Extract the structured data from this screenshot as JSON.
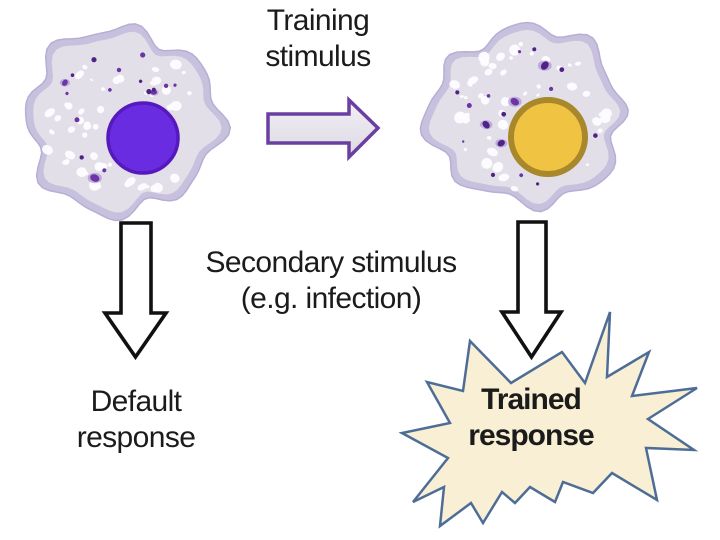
{
  "labels": {
    "training_stimulus_line1": "Training",
    "training_stimulus_line2": "stimulus",
    "secondary_stimulus_line1": "Secondary stimulus",
    "secondary_stimulus_line2": "(e.g. infection)",
    "default_response_line1": "Default",
    "default_response_line2": "response",
    "trained_response_line1": "Trained",
    "trained_response_line2": "response"
  },
  "icons": {
    "training_arrow": "right-block-arrow",
    "left_down_arrow": "down-block-arrow",
    "right_down_arrow": "down-block-arrow",
    "starburst": "explosion-burst",
    "naive_cell": "immune-cell-purple-nucleus",
    "trained_cell": "immune-cell-gold-nucleus"
  },
  "colors": {
    "background": "#ffffff",
    "text": "#1b1b1b",
    "cell_membrane": "#c8c1de",
    "cell_membrane_edge": "#b7aed4",
    "cell_cytoplasm": "#e2dfe9",
    "vacuole_white": "#fdfcff",
    "granule_purple": "#6b35a6",
    "granule_dark": "#4f2386",
    "granule_halo": "#a37fd0",
    "naive_nucleus_fill": "#6a2ce0",
    "naive_nucleus_rim": "#5519be",
    "trained_nucleus_fill": "#f1c342",
    "trained_nucleus_rim": "#a8882b",
    "training_arrow_outline": "#6b3fa2",
    "training_arrow_fill_top": "#f2f0f5",
    "training_arrow_fill_bottom": "#dcd9e2",
    "down_arrow_outline": "#111111",
    "down_arrow_fill": "#ffffff",
    "starburst_fill": "#f8efd4",
    "starburst_outline": "#4e6d96"
  }
}
